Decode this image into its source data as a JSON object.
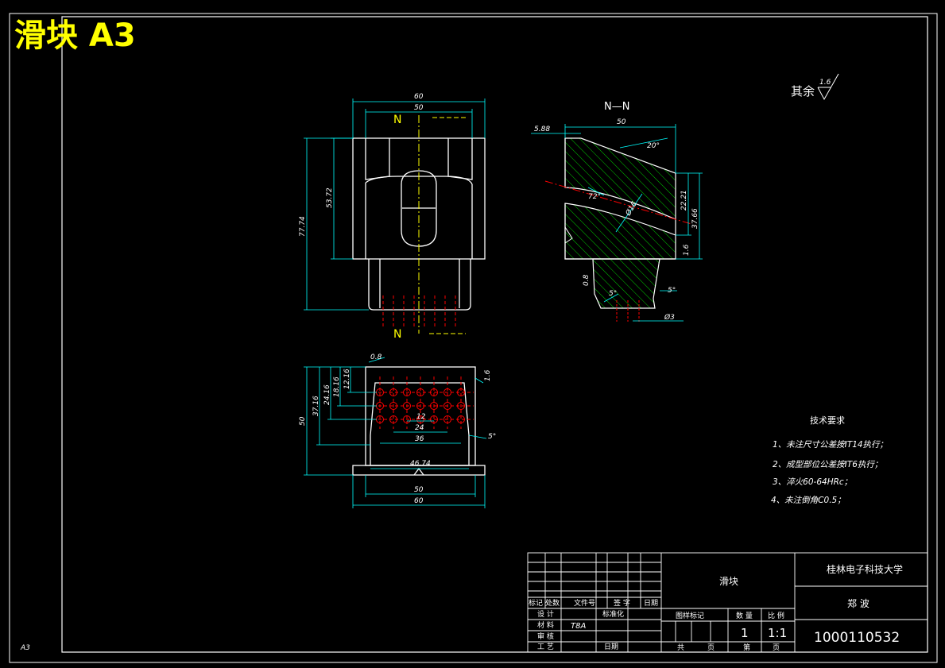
{
  "title": "滑块 A3",
  "corner_label": "A3",
  "roughness_note": {
    "label": "其余",
    "value": "1.6"
  },
  "section_label": "N—N",
  "section_marks": [
    "N",
    "N"
  ],
  "front_view_dims": [
    "60",
    "50",
    "53.72",
    "77.74"
  ],
  "section_dims": [
    "50",
    "5.88",
    "20°",
    "22.21",
    "37.66",
    "72°",
    "Ø16",
    "1.6",
    "0.8",
    "5°",
    "5°",
    "Ø3"
  ],
  "bottom_view_dims": [
    "0.8",
    "1.6",
    "12.16",
    "18.16",
    "24.16",
    "37.16",
    "50",
    "12",
    "24",
    "36",
    "5°",
    "46.74",
    "50",
    "60"
  ],
  "tech_requirements": {
    "heading": "技术要求",
    "items": [
      "1、未注尺寸公差按IT14执行；",
      "2、成型部位公差按IT6执行；",
      "3、淬火60-64HRc；",
      "4、未注倒角C0.5；"
    ]
  },
  "title_block": {
    "part_name": "滑块",
    "school": "桂林电子科技大学",
    "designer_name": "郑 波",
    "student_id": "1000110532",
    "material": "T8A",
    "quantity": "1",
    "scale": "1:1",
    "rev_header": [
      "标记",
      "处数",
      "文件号",
      "签 字",
      "日期"
    ],
    "left_labels": [
      "设 计",
      "材 料",
      "审 核",
      "工 艺"
    ],
    "standardize": "标准化",
    "date_label": "日期",
    "stage_mark": "图样标记",
    "qty_label": "数 量",
    "scale_label": "比 例",
    "total_sheets": "共",
    "sheet_label": "页",
    "sheet_no_label": "第",
    "sheet_no_suffix": "页"
  },
  "colors": {
    "background": "#000000",
    "outline": "#ffffff",
    "dimension": "#00ffff",
    "centerline": "#ff0000",
    "hatch": "#00ff00",
    "title": "#ffff00"
  }
}
